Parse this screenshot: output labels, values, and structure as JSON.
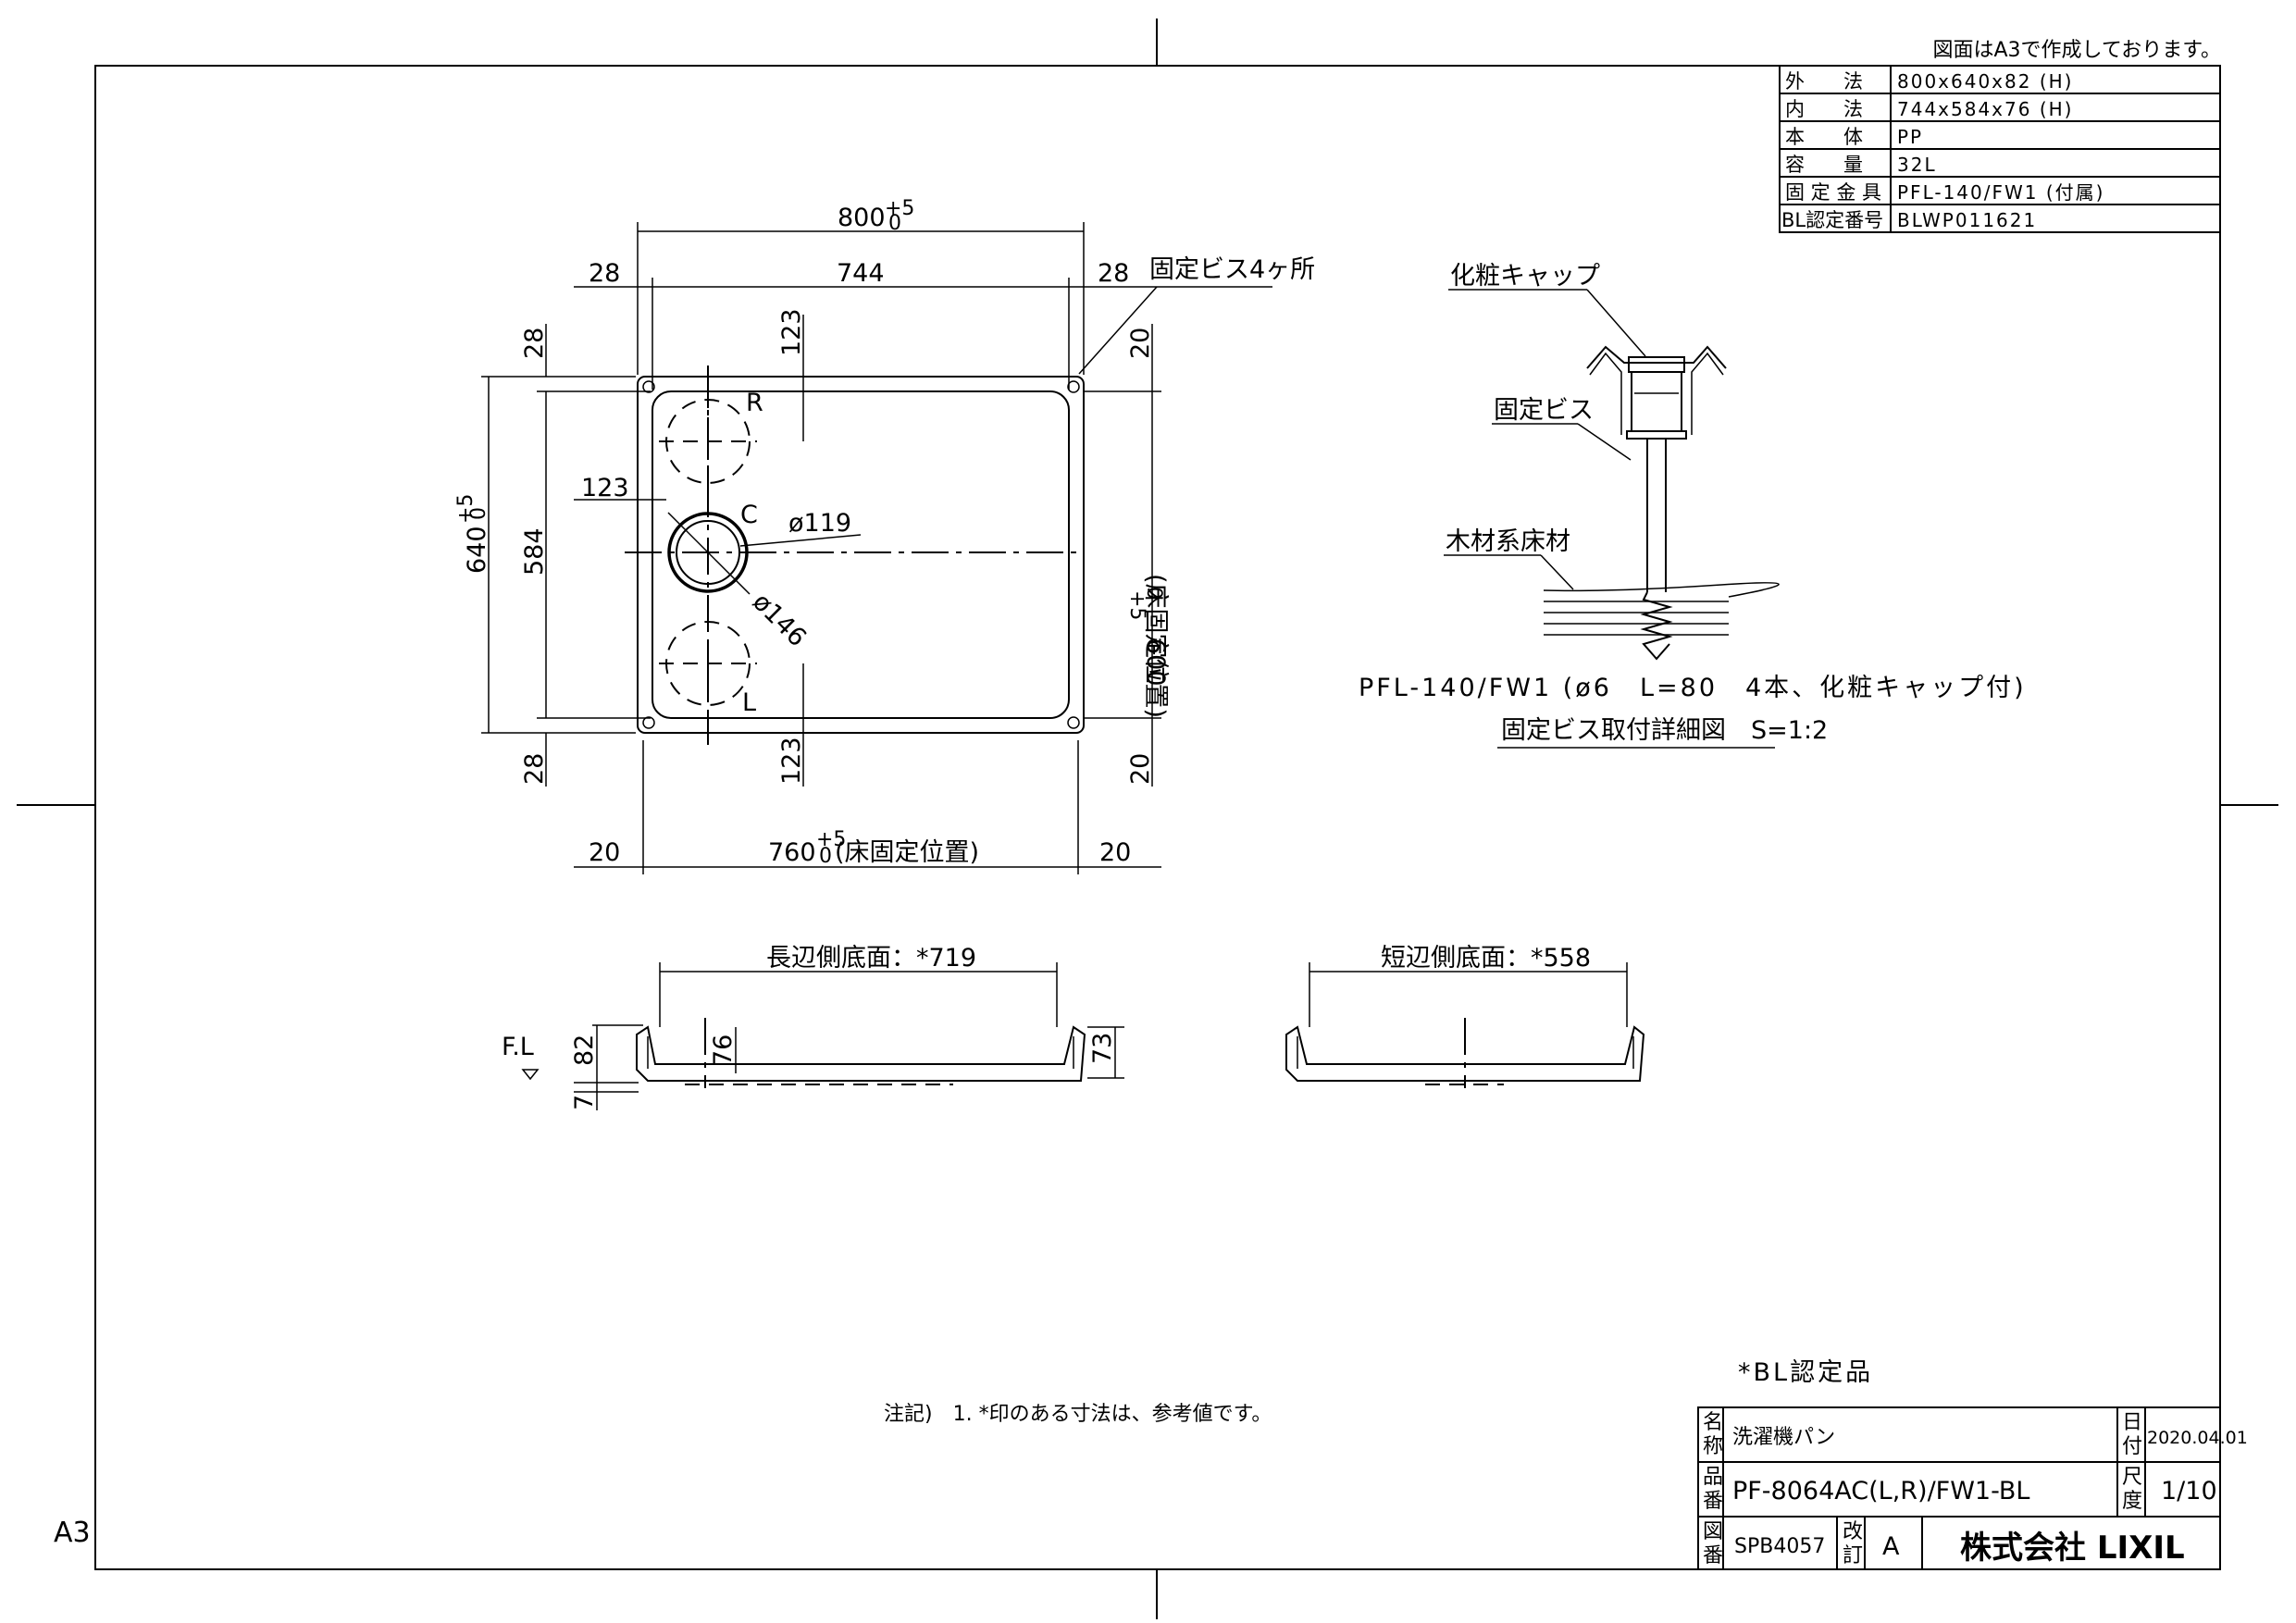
{
  "header_note": "図面はA3で作成しております。",
  "sheet_size": "A3",
  "spec_table": [
    {
      "label": "外　　法",
      "value": "800x640x82 (H)"
    },
    {
      "label": "内　　法",
      "value": "744x584x76 (H)"
    },
    {
      "label": "本　　体",
      "value": "PP"
    },
    {
      "label": "容　　量",
      "value": "32L"
    },
    {
      "label": "固 定 金 具",
      "value": "PFL-140/FW1 (付属)"
    },
    {
      "label": "BL認定番号",
      "value": "BLWP011621"
    }
  ],
  "plan_view": {
    "dim_overall_width": "800",
    "dim_inner_width": "744",
    "dim_left_margin": "28",
    "dim_right_margin": "28",
    "screw_note": "固定ビス4ヶ所",
    "dim_top_margin": "28",
    "dim_top_right": "20",
    "dim_r_offset": "123",
    "dim_c_offset": "123",
    "dim_overall_depth": "640",
    "dim_inner_depth": "584",
    "dim_floor_depth": "600",
    "floor_fix_label": "(床固定位置)",
    "tol_plus": "+5",
    "tol_zero": "0",
    "label_r": "R",
    "label_c": "C",
    "label_l": "L",
    "dia_outlet": "ø119",
    "dia_ring": "ø146",
    "dim_bottom_margin": "28",
    "dim_bottom_right": "20",
    "dim_l_offset": "123",
    "dim_floor_width": "760",
    "dim_floor_left": "20",
    "dim_floor_right": "20"
  },
  "side_view": {
    "long_side_label": "長辺側底面：*719",
    "short_side_label": "短辺側底面：*558",
    "fl_label": "F.L",
    "dim_height": "82",
    "dim_inner_height": "76",
    "dim_floor_gap": "7",
    "dim_edge_height": "73"
  },
  "detail": {
    "cap_label": "化粧キャップ",
    "screw_label": "固定ビス",
    "floor_label": "木材系床材",
    "caption": "PFL-140/FW1 (ø6　L=80　4本、化粧キャップ付)",
    "title": "固定ビス取付詳細図　S=1:2"
  },
  "notes": {
    "bl_certified": "*BL認定品",
    "note": "注記)　1. *印のある寸法は、参考値です。"
  },
  "title_block": {
    "name_label_1": "名",
    "name_label_2": "称",
    "name": "洗濯機パン",
    "number_label_1": "品",
    "number_label_2": "番",
    "number": "PF-8064AC(L,R)/FW1-BL",
    "drawing_label_1": "図",
    "drawing_label_2": "番",
    "drawing_no": "SPB4057",
    "rev_label_1": "改",
    "rev_label_2": "訂",
    "revision": "A",
    "date_label_1": "日",
    "date_label_2": "付",
    "date": "2020.04.01",
    "scale_label_1": "尺",
    "scale_label_2": "度",
    "scale": "1/10",
    "company": "株式会社 LIXIL"
  }
}
